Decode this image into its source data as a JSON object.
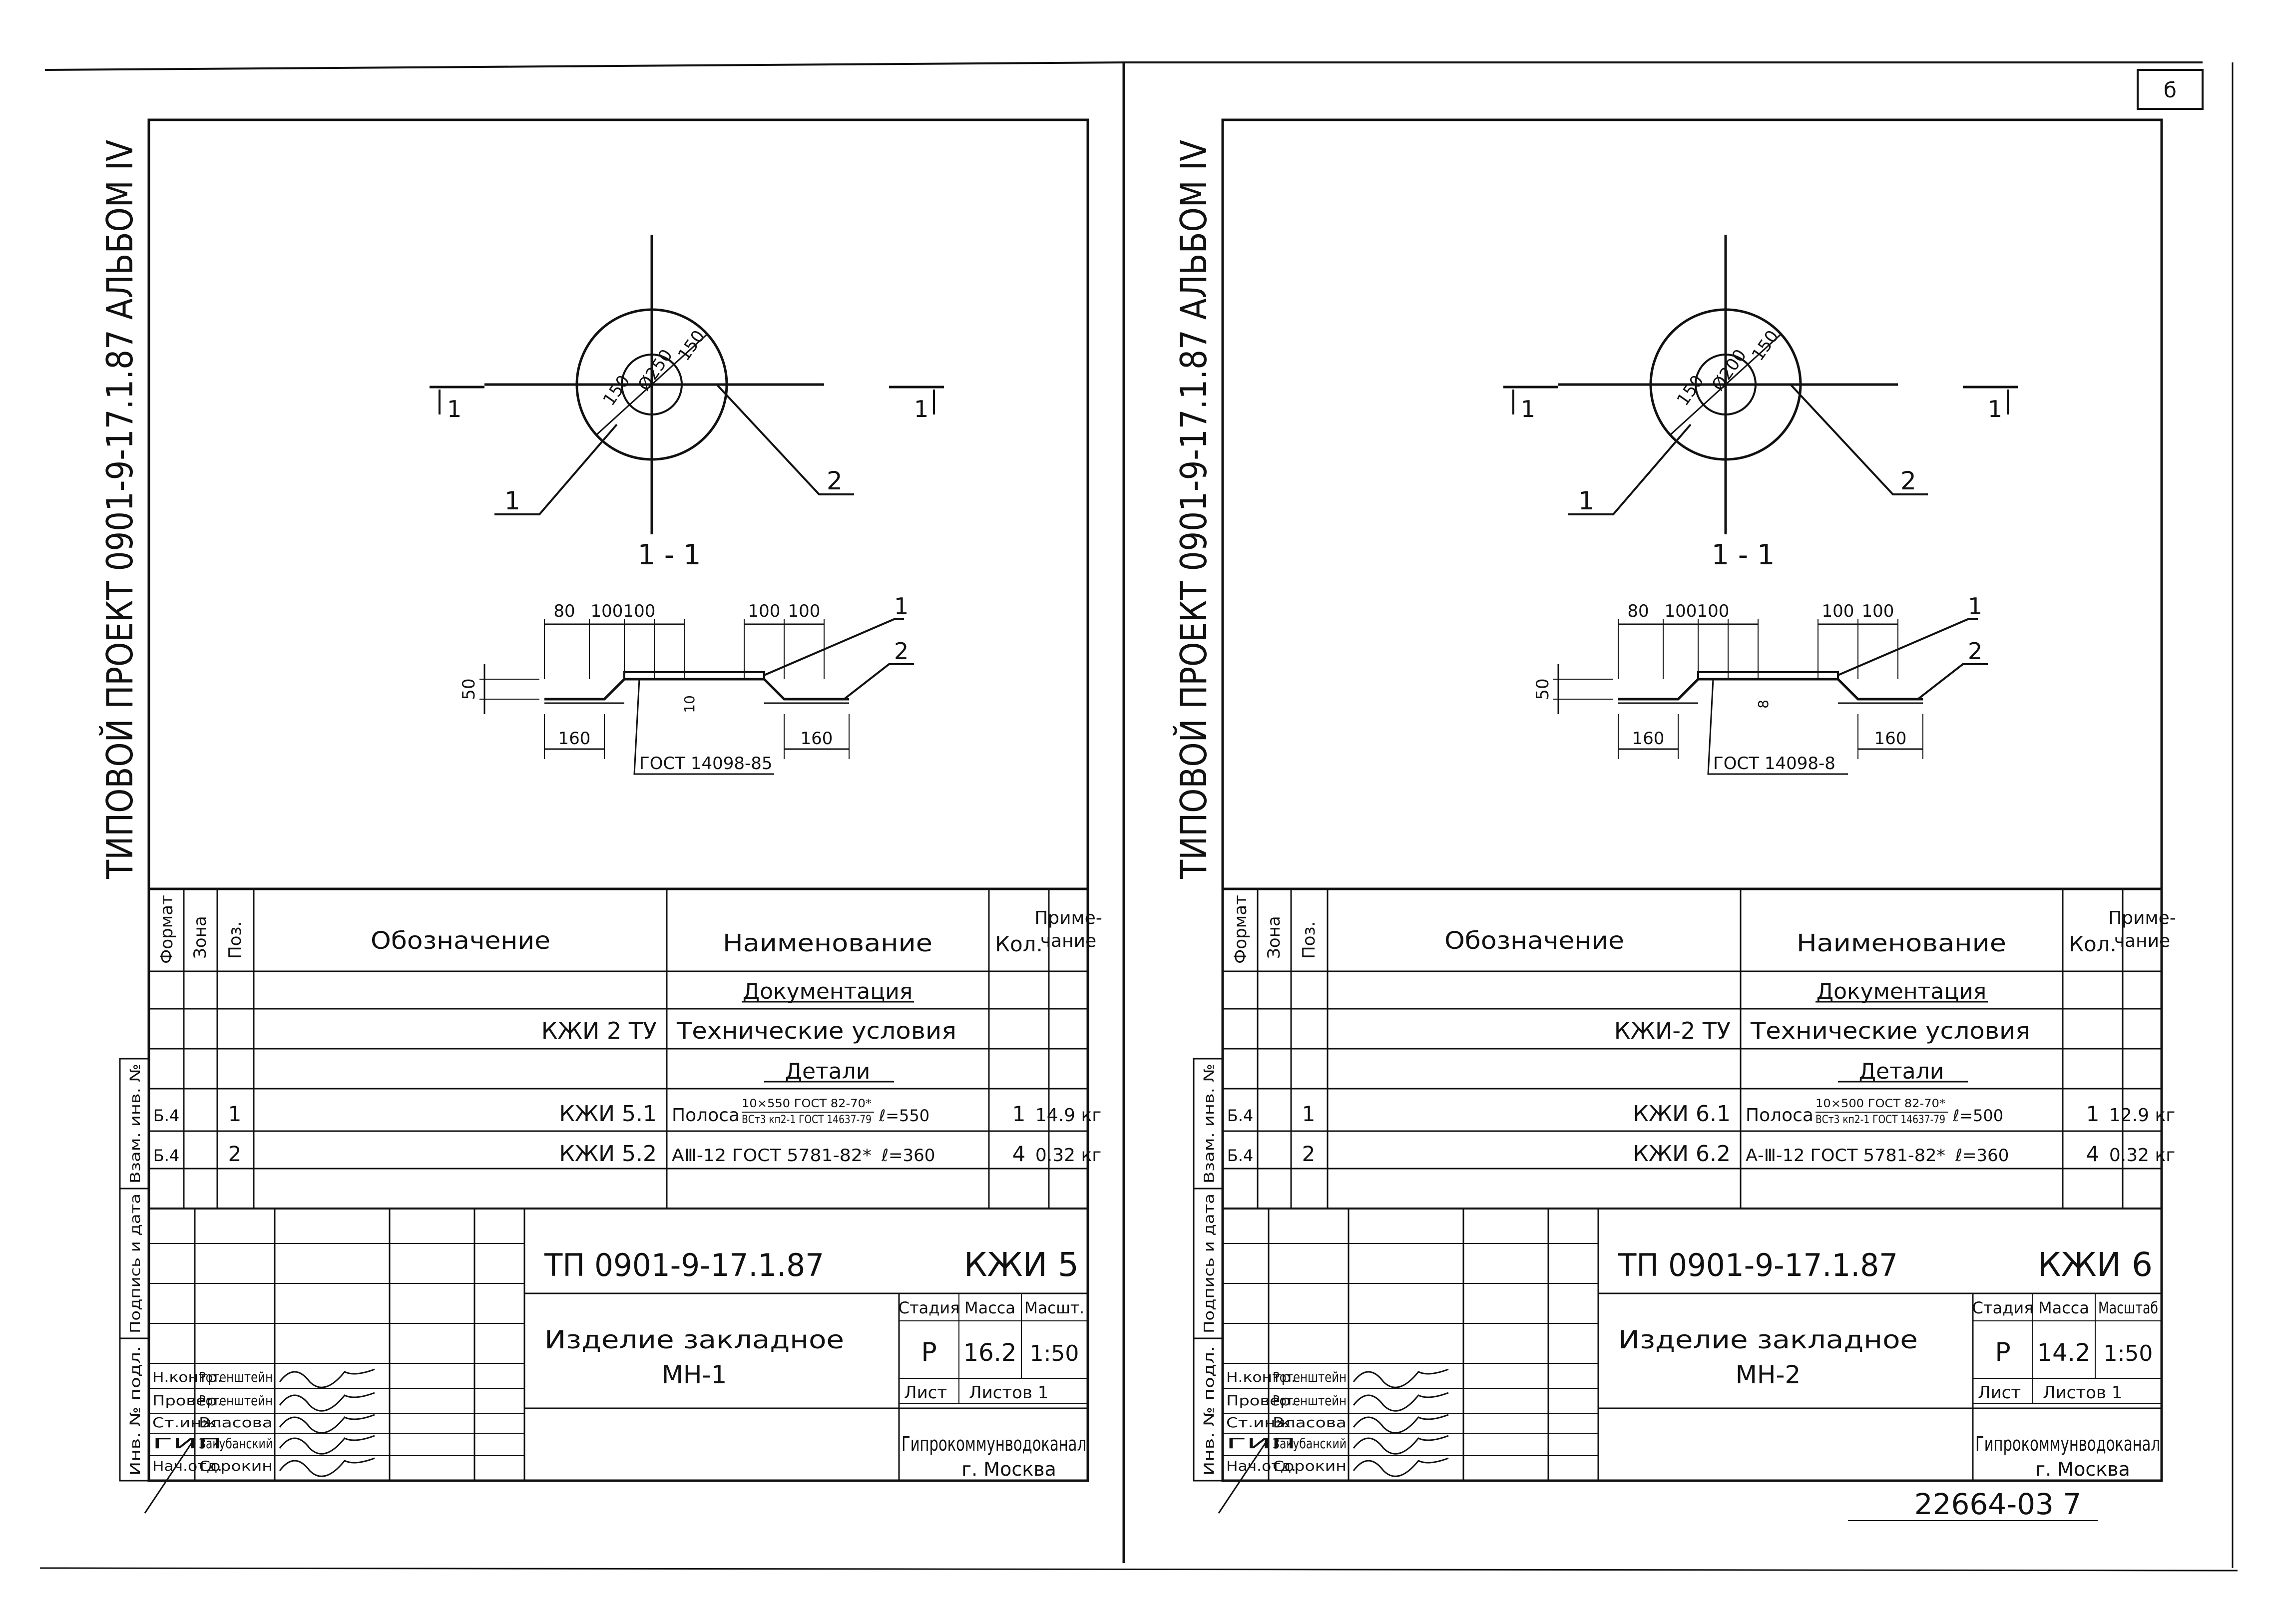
{
  "scan_number": "22664-03  7",
  "sheet_number_corner": "б",
  "sheets": [
    {
      "id": "left",
      "side_title": "ТИПОВОЙ ПРОЕКТ 0901-9-17.1.87 АЛЬБОМ IV",
      "plan": {
        "dim_outer": "150",
        "dim_diameter": "Ø250",
        "dim_inner": "150",
        "cut_left": "1",
        "cut_right": "1",
        "callout_1": "1",
        "callout_2": "2"
      },
      "section": {
        "title": "1 - 1",
        "dims_top": [
          "80",
          "100",
          "100",
          "100",
          "100"
        ],
        "dims_bottom": [
          "160",
          "160"
        ],
        "height": "50",
        "thickness": "10",
        "callout_1": "1",
        "callout_2": "2",
        "gost_note": "ГОСТ 14098-85"
      },
      "spec": {
        "headers": [
          "Формат",
          "Зона",
          "Поз.",
          "Обозначение",
          "Наименование",
          "Кол.",
          "Приме-\nчание"
        ],
        "sec_docs": "Документация",
        "doc_row": {
          "designation": "КЖИ 2 ТУ",
          "name": "Технические условия"
        },
        "sec_parts": "Детали",
        "rows": [
          {
            "format": "Б.4",
            "pos": "1",
            "designation": "КЖИ 5.1",
            "name": "Полоса",
            "name_top": "10×550 ГОСТ 82-70*",
            "name_bottom": "ВСт3 кп2-1 ГОСТ 14637-79",
            "length": "ℓ=550",
            "qty": "1",
            "note": "14.9 кг"
          },
          {
            "format": "Б.4",
            "pos": "2",
            "designation": "КЖИ 5.2",
            "name": "АⅢ-12 ГОСТ 5781-82*",
            "name_top": "",
            "name_bottom": "",
            "length": "ℓ=360",
            "qty": "4",
            "note": "0.32 кг"
          }
        ]
      },
      "margin": {
        "ref": "Взам. инв. №",
        "sign": "Подпись и дата",
        "orig": "Инв. № подл."
      },
      "title_block": {
        "code": "ТП 0901-9-17.1.87",
        "mark": "КЖИ 5",
        "item": "Изделие закладное",
        "item_sub": "МН-1",
        "stage_label": "Стадия",
        "mass_label": "Масса",
        "scale_label": "Масшт.",
        "stage": "Р",
        "mass": "16.2",
        "scale": "1:50",
        "sheet_label": "Лист",
        "sheets_label": "Листов 1",
        "org": "Гипрокоммунводоканал",
        "city": "г. Москва",
        "people": [
          {
            "role": "Н.контр.",
            "name": "Ротенштейн"
          },
          {
            "role": "Провер.",
            "name": "Ротенштейн"
          },
          {
            "role": "Ст.инж.",
            "name": "Власова"
          },
          {
            "role": "ГИП",
            "name": "Закубанский"
          },
          {
            "role": "Нач.отд.",
            "name": "Сорокин"
          }
        ]
      }
    },
    {
      "id": "right",
      "side_title": "ТИПОВОЙ ПРОЕКТ 0901-9-17.1.87 АЛЬБОМ IV",
      "plan": {
        "dim_outer": "150",
        "dim_diameter": "Ø200",
        "dim_inner": "150",
        "cut_left": "1",
        "cut_right": "1",
        "callout_1": "1",
        "callout_2": "2"
      },
      "section": {
        "title": "1 - 1",
        "dims_top": [
          "80",
          "100",
          "100",
          "100",
          "100"
        ],
        "dims_bottom": [
          "160",
          "160"
        ],
        "height": "50",
        "thickness": "8",
        "callout_1": "1",
        "callout_2": "2",
        "gost_note": "ГОСТ 14098-8"
      },
      "spec": {
        "headers": [
          "Формат",
          "Зона",
          "Поз.",
          "Обозначение",
          "Наименование",
          "Кол.",
          "Приме-\nчание"
        ],
        "sec_docs": "Документация",
        "doc_row": {
          "designation": "КЖИ-2 ТУ",
          "name": "Технические условия"
        },
        "sec_parts": "Детали",
        "rows": [
          {
            "format": "Б.4",
            "pos": "1",
            "designation": "КЖИ 6.1",
            "name": "Полоса",
            "name_top": "10×500 ГОСТ 82-70*",
            "name_bottom": "ВСт3 кп2-1 ГОСТ 14637-79",
            "length": "ℓ=500",
            "qty": "1",
            "note": "12.9 кг"
          },
          {
            "format": "Б.4",
            "pos": "2",
            "designation": "КЖИ 6.2",
            "name": "А-Ⅲ-12 ГОСТ 5781-82*",
            "name_top": "",
            "name_bottom": "",
            "length": "ℓ=360",
            "qty": "4",
            "note": "0.32 кг"
          }
        ]
      },
      "margin": {
        "ref": "Взам. инв. №",
        "sign": "Подпись и дата",
        "orig": "Инв. № подл."
      },
      "title_block": {
        "code": "ТП 0901-9-17.1.87",
        "mark": "КЖИ 6",
        "item": "Изделие закладное",
        "item_sub": "МН-2",
        "stage_label": "Стадия",
        "mass_label": "Масса",
        "scale_label": "Масштаб",
        "stage": "Р",
        "mass": "14.2",
        "scale": "1:50",
        "sheet_label": "Лист",
        "sheets_label": "Листов 1",
        "org": "Гипрокоммунводоканал",
        "city": "г. Москва",
        "people": [
          {
            "role": "Н.контр.",
            "name": "Ротенштейн"
          },
          {
            "role": "Провер.",
            "name": "Ротенштейн"
          },
          {
            "role": "Ст.инж.",
            "name": "Власова"
          },
          {
            "role": "ГИП",
            "name": "Закубанский"
          },
          {
            "role": "Нач.отд.",
            "name": "Сорокин"
          }
        ]
      }
    }
  ]
}
